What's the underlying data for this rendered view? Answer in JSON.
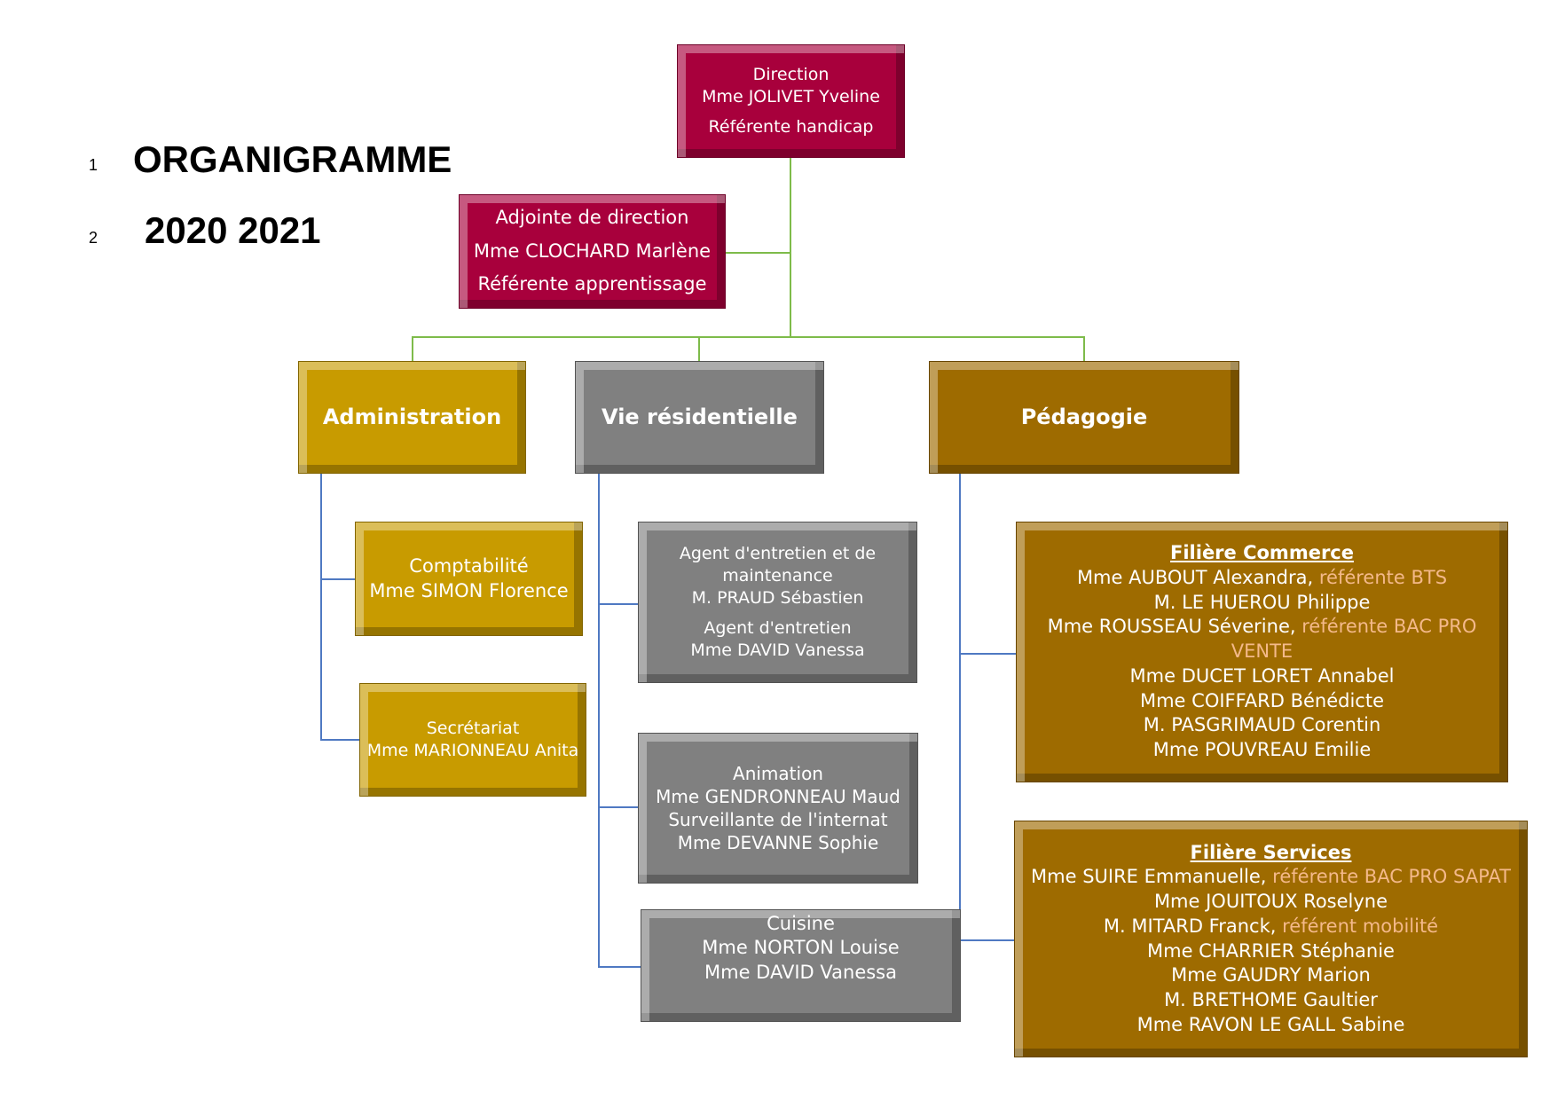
{
  "title": {
    "line1_num": "1",
    "line1": "ORGANIGRAMME",
    "line2_num": "2",
    "line2": "2020 2021"
  },
  "direction": {
    "role": "Direction",
    "name": "Mme JOLIVET Yveline",
    "ref": "Référente handicap"
  },
  "adjointe": {
    "role": "Adjointe de direction",
    "name": "Mme CLOCHARD Marlène",
    "ref": "Référente apprentissage"
  },
  "departments": {
    "admin": "Administration",
    "vie": "Vie résidentielle",
    "peda": "Pédagogie"
  },
  "comptabilite": {
    "role": "Comptabilité",
    "name": "Mme SIMON Florence"
  },
  "secretariat": {
    "role": "Secrétariat",
    "name": "Mme MARIONNEAU Anita"
  },
  "entretien": {
    "role1": "Agent d'entretien et de maintenance",
    "name1": "M. PRAUD Sébastien",
    "role2": "Agent d'entretien",
    "name2": "Mme DAVID Vanessa"
  },
  "animation": {
    "role1": "Animation",
    "name1": "Mme GENDRONNEAU Maud",
    "role2": "Surveillante de l'internat",
    "name2": "Mme DEVANNE Sophie"
  },
  "cuisine": {
    "role": "Cuisine",
    "name1": "Mme NORTON Louise",
    "name2": "Mme DAVID Vanessa"
  },
  "commerce": {
    "title": "Filière Commerce",
    "members": [
      {
        "name": "Mme AUBOUT Alexandra,",
        "ref": " référente BTS"
      },
      {
        "name": "M. LE HUEROU Philippe"
      },
      {
        "name": "Mme ROUSSEAU Séverine,",
        "ref": " référente BAC PRO VENTE"
      },
      {
        "name": "Mme DUCET LORET Annabel"
      },
      {
        "name": "Mme COIFFARD Bénédicte"
      },
      {
        "name": "M. PASGRIMAUD Corentin"
      },
      {
        "name": "Mme POUVREAU Emilie"
      }
    ]
  },
  "services": {
    "title": "Filière Services",
    "members": [
      {
        "name": "Mme SUIRE Emmanuelle,",
        "ref": " référente BAC PRO SAPAT"
      },
      {
        "name": "Mme JOUITOUX Roselyne"
      },
      {
        "name": "M. MITARD Franck,",
        "ref": " référent mobilité"
      },
      {
        "name": "Mme CHARRIER Stéphanie"
      },
      {
        "name": "Mme GAUDRY Marion"
      },
      {
        "name": "M. BRETHOME Gaultier"
      },
      {
        "name": "Mme RAVON LE GALL Sabine"
      }
    ]
  },
  "colors": {
    "direction": "#a8003c",
    "admin": "#c89b00",
    "vie": "#808080",
    "peda": "#9e6b00",
    "highlight": "#f4b98a"
  }
}
